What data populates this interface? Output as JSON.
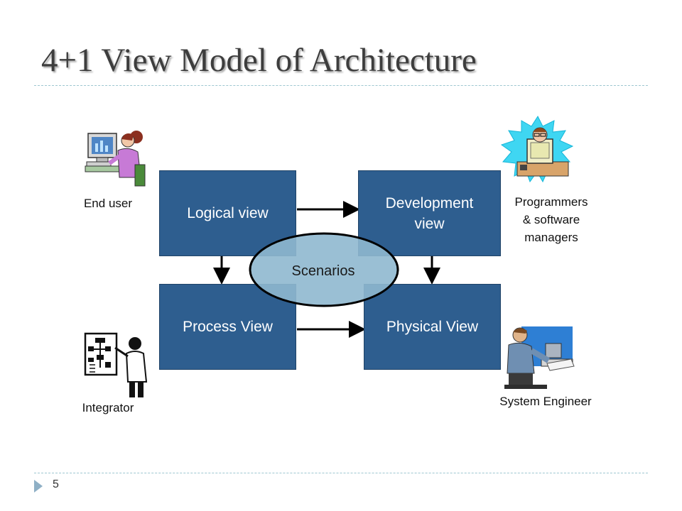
{
  "title": "4+1 View Model of Architecture",
  "views": {
    "logical": "Logical view",
    "development": "Development\nview",
    "process": "Process View",
    "physical": "Physical View",
    "scenarios": "Scenarios"
  },
  "roles": {
    "end_user": "End user",
    "programmers": "Programmers\n& software\nmanagers",
    "integrator": "Integrator",
    "system_engineer": "System Engineer"
  },
  "icons": {
    "end_user": "woman-at-computer-icon",
    "programmers": "programmer-at-computer-icon",
    "integrator": "person-presenting-flowchart-icon",
    "system_engineer": "engineer-at-workstation-icon"
  },
  "page_number": "5",
  "colors": {
    "box_fill": "#2e5e8f",
    "ellipse_fill": "#8fb8cf",
    "rule": "#9ec7d1",
    "title": "#3d3d3d"
  }
}
